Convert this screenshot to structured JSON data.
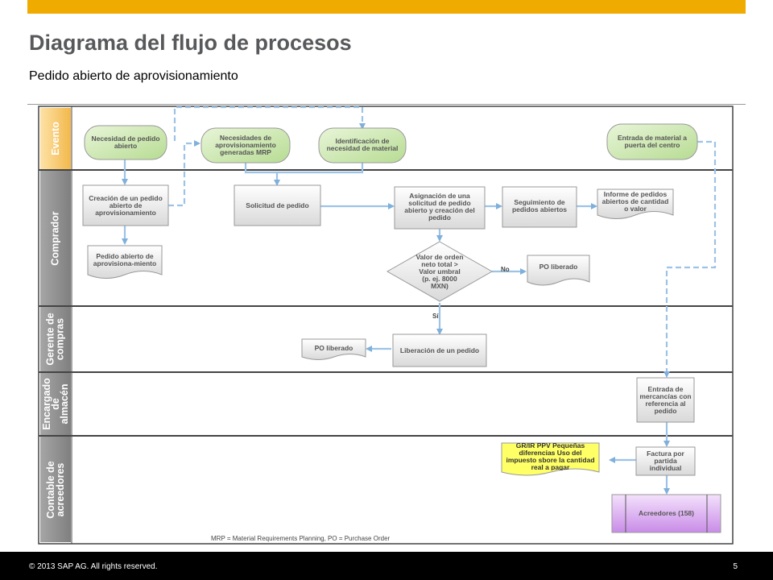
{
  "header": {
    "title": "Diagrama del flujo de procesos",
    "subtitle": "Pedido abierto de aprovisionamiento"
  },
  "lanes": {
    "evento": "Evento",
    "comprador": "Comprador",
    "gerente_l1": "Gerente de",
    "gerente_l2": "compras",
    "encargado_l1": "Encargado",
    "encargado_l2": "de",
    "encargado_l3": "almacén",
    "contable_l1": "Contable de",
    "contable_l2": "acreedores"
  },
  "nodes": {
    "ev_necesidad_pedido": "Necesidad de pedido abierto",
    "ev_necesidades_mrp": "Necesidades de aprovisionamiento generadas MRP",
    "ev_identificacion": "Identificación de necesidad de material",
    "ev_entrada_material": "Entrada de material a puerta del centro",
    "creacion_pedido": "Creación de un pedido abierto de aprovisionamiento",
    "doc_pedido_abierto": "Pedido abierto de aprovisiona-miento",
    "solicitud_pedido": "Solicitud de pedido",
    "asignacion": "Asignación de una solicitud de pedido abierto y creación del pedido",
    "seguimiento": "Seguimiento de pedidos abiertos",
    "doc_informe": "Informe de pedidos abiertos de cantidad o valor",
    "decision_valor": "Valor de orden neto total > Valor umbral (p. ej. 8000 MXN)",
    "doc_po_liberado_1": "PO liberado",
    "liberacion": "Liberación de un pedido",
    "doc_po_liberado_2": "PO liberado",
    "entrada_mercancias": "Entrada de mercancías con referencia al pedido",
    "factura": "Factura por partida individual",
    "grir_ppv": "GR/IR PPV Pequeñas diferencias Uso del impuesto sbore la cantidad real a pagar",
    "acreedores": "Acreedores (158)"
  },
  "labels": {
    "no": "No",
    "si": "Sí"
  },
  "note": "MRP = Material Requirements Planning, PO = Purchase Order",
  "footer": {
    "copyright": "© 2013 SAP AG. All rights reserved.",
    "page": "5"
  },
  "colors": {
    "accent": "#f0ab00",
    "event_fill": "#c5e4a8",
    "lane_label": "#8c8c8c",
    "event_lane_label": "#f5c76b",
    "connector": "#9dc3e6",
    "highlight": "#ffff66",
    "purple": "#d9a0f0"
  }
}
